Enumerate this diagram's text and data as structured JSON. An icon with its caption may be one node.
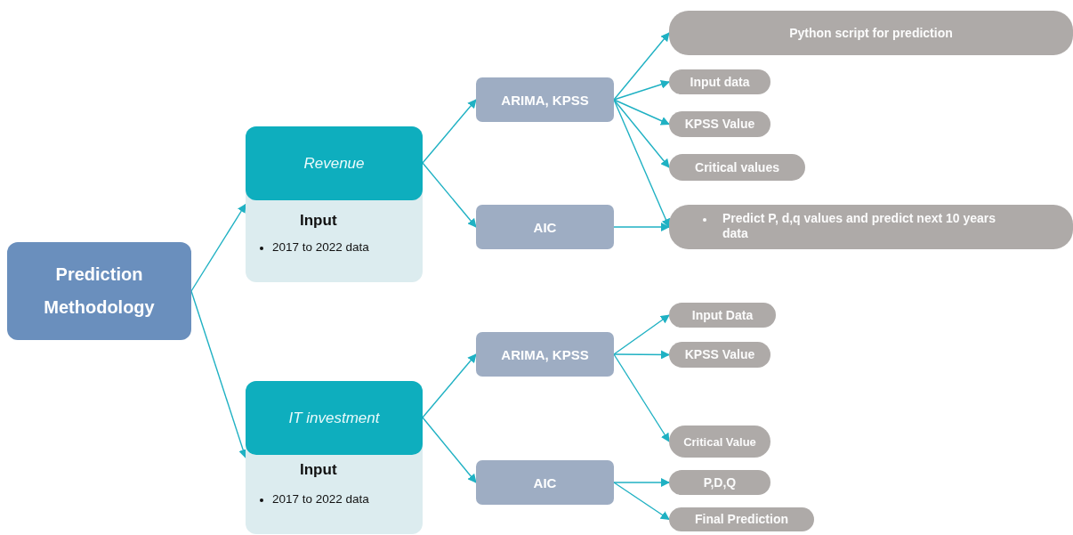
{
  "diagram": {
    "nodes": [
      {
        "text": [
          "Prediction Methodology"
        ]
      },
      {
        "text": [
          "Revenue",
          "Input",
          "2017 to 2022 data"
        ]
      },
      {
        "text": [
          "IT investment",
          "Input",
          "2017 to 2022 data"
        ]
      },
      {
        "text": [
          "ARIMA, KPSS"
        ]
      },
      {
        "text": [
          "AIC"
        ]
      },
      {
        "text": [
          "ARIMA, KPSS"
        ]
      },
      {
        "text": [
          "AIC"
        ]
      },
      {
        "text": [
          "Python script for prediction"
        ]
      },
      {
        "text": [
          "Input data"
        ]
      },
      {
        "text": [
          "KPSS Value"
        ]
      },
      {
        "text": [
          "Critical values"
        ]
      },
      {
        "text": [
          "Predict P, d,q  values and predict next 10 years data"
        ]
      },
      {
        "text": [
          "Input Data"
        ]
      },
      {
        "text": [
          "KPSS Value"
        ]
      },
      {
        "text": [
          "Critical Value"
        ]
      },
      {
        "text": [
          "P,D,Q"
        ]
      },
      {
        "text": [
          "Final Prediction"
        ]
      }
    ],
    "edges": [
      {
        "from": 0,
        "to": 1,
        "arrow": "to"
      },
      {
        "from": 0,
        "to": 2,
        "arrow": "to"
      },
      {
        "from": 1,
        "to": 3,
        "arrow": "to"
      },
      {
        "from": 1,
        "to": 4,
        "arrow": "to"
      },
      {
        "from": 2,
        "to": 5,
        "arrow": "to"
      },
      {
        "from": 2,
        "to": 6,
        "arrow": "to"
      },
      {
        "from": 3,
        "to": 7,
        "arrow": "to"
      },
      {
        "from": 3,
        "to": 8,
        "arrow": "to"
      },
      {
        "from": 3,
        "to": 9,
        "arrow": "to"
      },
      {
        "from": 3,
        "to": 10,
        "arrow": "to"
      },
      {
        "from": 3,
        "to": 11,
        "arrow": "to"
      },
      {
        "from": 4,
        "to": 11,
        "arrow": "to"
      },
      {
        "from": 5,
        "to": 12,
        "arrow": "to"
      },
      {
        "from": 5,
        "to": 13,
        "arrow": "to"
      },
      {
        "from": 5,
        "to": 14,
        "arrow": "to"
      },
      {
        "from": 6,
        "to": 15,
        "arrow": "to"
      },
      {
        "from": 6,
        "to": 16,
        "arrow": "to"
      }
    ]
  }
}
